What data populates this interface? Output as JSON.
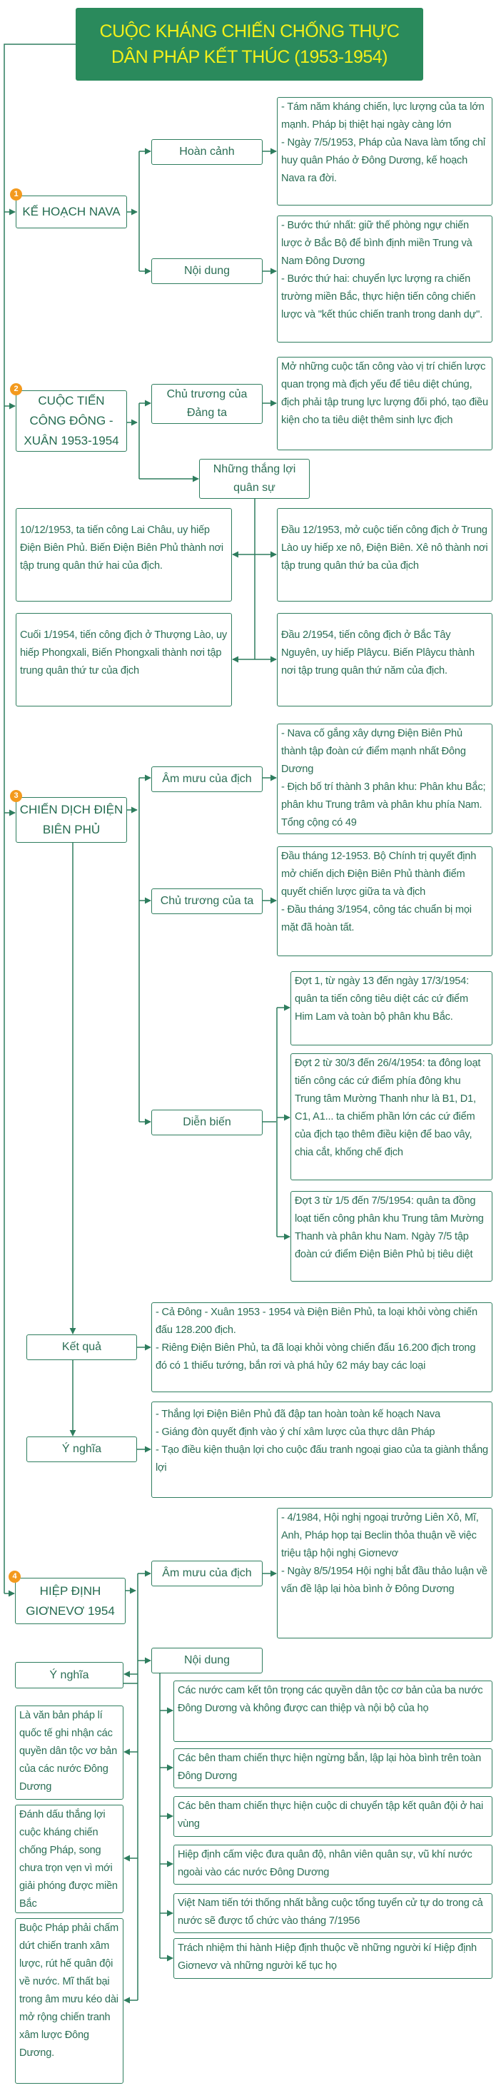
{
  "title": "CUỘC KHÁNG CHIẾN CHỐNG THỰC\nDÂN PHÁP KẾT THÚC (1953-1954)",
  "colors": {
    "accent": "#2a8a5c",
    "title_text": "#f2f01a",
    "line": "#2e7d5e",
    "badge": "#f39a1e"
  },
  "s1": {
    "badge": "1",
    "label": "KẾ HOẠCH NAVA",
    "hoan_canh": "Hoàn cảnh",
    "hoan_canh_text": "- Tám năm kháng chiến, lực lượng của ta lớn mạnh. Pháp bị thiệt hại ngày càng lớn\n- Ngày 7/5/1953, Pháp của Nava làm tổng chỉ huy quân Pháo ở Đông Dương, kế hoạch Nava ra đời.",
    "noi_dung": "Nội dung",
    "noi_dung_text": "- Bước thứ nhất: giữ thế phòng ngự chiến lược ở Bắc Bộ để bình định miền Trung và Nam Đông Dương\n- Bước thứ hai: chuyển lực lượng ra chiến trường miền Bắc, thực hiện tiến công chiến lược và \"kết thúc chiến tranh trong danh dự\"."
  },
  "s2": {
    "badge": "2",
    "label": "CUỘC TIẾN CÔNG ĐÔNG - XUÂN 1953-1954",
    "chu_truong": "Chủ trương của Đảng ta",
    "chu_truong_text": "Mở những cuộc tấn công vào vị trí chiến lược quan trọng mà địch yếu để tiêu diệt chúng, địch phải tập trung lực lượng đối phó, tạo điều kiện cho ta tiêu diệt thêm sinh lực địch",
    "thang_loi": "Những thắng lợi quân sự",
    "victories": [
      "10/12/1953, ta tiến công Lai Châu, uy hiếp Điện Biên Phủ. Biến Điện Biên Phủ thành nơi tập trung quân thứ hai của địch.",
      "Đầu 12/1953, mở cuộc tiến công địch ở Trung Lào uy hiếp xe nô, Điện Biên. Xê nô thành nơi tập trung quân thứ ba của địch",
      "Cuối 1/1954, tiến công địch ở Thượng Lào, uy hiếp Phongxali, Biến Phongxali thành nơi tập trung quân thứ tư của địch",
      "Đầu 2/1954, tiến công địch ở Bắc Tây Nguyên, uy hiếp Plâycu. Biến Plâycu thành nơi tập trung quân thứ năm của địch."
    ]
  },
  "s3": {
    "badge": "3",
    "label": "CHIẾN DỊCH ĐIỆN BIÊN PHỦ",
    "am_muu": "Âm mưu của địch",
    "am_muu_text": "- Nava cố gắng xây dựng Điện Biên Phủ thành tập đoàn cứ điểm mạnh nhất Đông Dương\n- Địch bố trí thành 3 phân khu: Phân khu Bắc; phân khu Trung trâm và phân khu phía Nam. Tổng cộng có 49",
    "chu_truong": "Chủ trương của ta",
    "chu_truong_text": "Đầu tháng 12-1953. Bộ Chính trị quyết định mở chiến dịch Điện Biên Phủ thành điểm quyết chiến lược giữa ta và địch\n- Đầu tháng 3/1954, công tác chuẩn bị mọi mặt đã hoàn tất.",
    "dien_bien": "Diễn biến",
    "phases": [
      "Đợt 1, từ ngày 13 đến ngày 17/3/1954: quân ta tiến công tiêu diệt các cứ điểm Him Lam và toàn bộ phân khu Bắc.",
      "Đợt 2 từ 30/3 đến 26/4/1954: ta đông loạt tiến công các cứ điểm phía đông khu Trung tâm Mường Thanh như là B1, D1, C1, A1... ta chiếm phần lớn các cứ điểm của địch tạo thêm điều kiện để bao vây, chia cắt, khống chế địch",
      "Đợt 3 từ 1/5 đến 7/5/1954: quân ta đồng loạt tiến công phân khu Trung tâm Mường Thanh và phân khu Nam. Ngày 7/5 tập đoàn cứ điểm Điện Biên Phủ bị tiêu diệt"
    ],
    "ket_qua": "Kết quả",
    "ket_qua_text": "- Cả Đông - Xuân 1953 - 1954 và Điện Biên Phủ, ta loại khỏi vòng chiến đấu 128.200 địch.\n- Riêng Điện Biên Phủ, ta đã loại khỏi vòng chiến đấu 16.200 địch trong đó có 1 thiếu tướng, bắn rơi và phá hủy 62 máy bay các loại",
    "y_nghia": "Ý nghĩa",
    "y_nghia_text": "- Thắng lợi Điện Biên Phủ đã đập tan hoàn toàn kế hoạch Nava\n- Giáng đòn quyết định vào ý chí xâm lược của thực dân Pháp\n- Tạo điều kiện thuận lợi cho cuộc đấu tranh ngoại giao của ta giành thắng lợi"
  },
  "s4": {
    "badge": "4",
    "label": "HIỆP ĐỊNH GIƠNEVƠ 1954",
    "am_muu": "Âm mưu của địch",
    "am_muu_text": "- 4/1984, Hội nghị ngoại trưởng Liên Xô, Mĩ, Anh, Pháp họp tại Beclin thỏa thuận về việc triệu tập hội nghị Giơnevơ\n- Ngày 8/5/1954 Hội nghị bắt đầu thảo luận về vấn đề lập lại hòa bình ở Đông Dương",
    "noi_dung": "Nội dung",
    "contents": [
      "Các nước cam kết tôn trọng các quyền dân tộc cơ bản của ba nước Đông Dương và không được can thiệp và nội bộ của họ",
      "Các bên tham chiến thực hiện ngừng bắn, lập lại hòa bình trên toàn Đông Dương",
      "Các bên tham chiến thực hiện cuộc di chuyển tập kết quân đội ở hai vùng",
      "Hiệp định cấm việc đưa quân độ, nhân viên quân sự, vũ khí nước ngoài vào các nước Đông Dương",
      "Việt Nam tiến tới thống nhất bằng cuộc tổng tuyển cử tự do trong cả nước sẽ được tổ chức vào tháng 7/1956",
      "Trách nhiệm thi hành Hiệp định thuộc về những người kí Hiệp định Giơnevơ và những người kế tục họ"
    ],
    "y_nghia": "Ý nghĩa",
    "meanings": [
      "Là văn bản pháp lí quốc tế ghi nhận các quyền dân tộc vơ bản của các nước Đông Dương",
      "Đánh dấu thắng lợi cuộc kháng chiến chống Pháp, song chưa trọn vẹn vì mới giải phóng được miền Bắc",
      "Buộc Pháp phải chấm dứt chiến tranh xâm lược, rút hế quân đội về nước. Mĩ thất bại trong âm mưu kéo dài mở rộng chiến tranh xâm lược Đông Dương."
    ]
  }
}
